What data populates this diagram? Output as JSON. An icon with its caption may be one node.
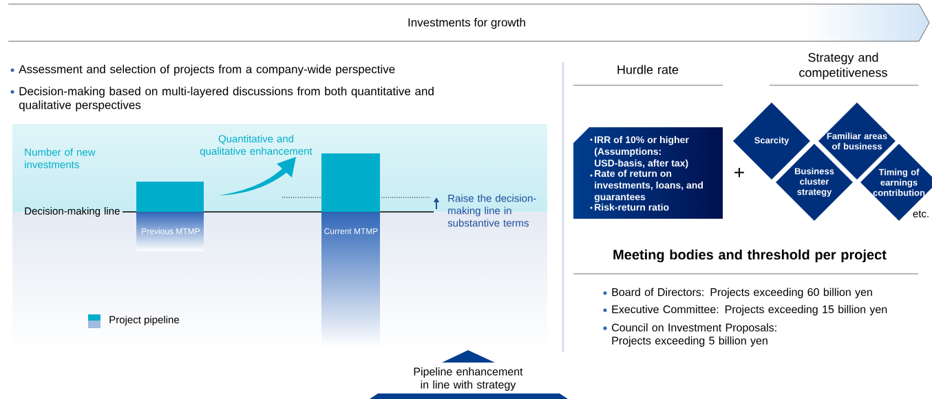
{
  "diagram": {
    "nodes": [
      {
        "text": [
          "Investments for growth"
        ]
      },
      {
        "text": [
          "Previous MTMP"
        ]
      },
      {
        "text": [
          "Current MTMP"
        ]
      },
      {
        "text": [
          "IRR of 10% or higher (Assumptions: USD-basis, after tax)",
          "Rate of return on investments, loans, and guarantees",
          "Risk-return ratio"
        ]
      },
      {
        "text": [
          "Scarcity"
        ]
      },
      {
        "text": [
          "Familiar areas of business"
        ]
      },
      {
        "text": [
          "Business cluster strategy"
        ]
      },
      {
        "text": [
          "Timing of earnings contribution"
        ]
      },
      {
        "text": [
          "Pipeline enhancement in line with strategy"
        ]
      }
    ],
    "labels": [
      "Assessment and selection of projects from a company-wide perspective",
      "Decision-making based on multi-layered discussions from both quantitative and qualitative perspectives",
      "Number of new investments",
      "Quantitative and qualitative enhancement",
      "Decision-making line",
      "Raise the decision-making line in substantive terms",
      "Hurdle rate",
      "Strategy and competitiveness",
      "+",
      "etc.",
      "Meeting bodies and threshold per project",
      "Board of Directors: Projects exceeding 60 billion yen",
      "Executive Committee: Projects exceeding 15 billion yen",
      "Council on Investment Proposals: Projects exceeding 5 billion yen"
    ],
    "legend": [
      {
        "text": "Project pipeline",
        "color": "#00aecb"
      }
    ]
  }
}
